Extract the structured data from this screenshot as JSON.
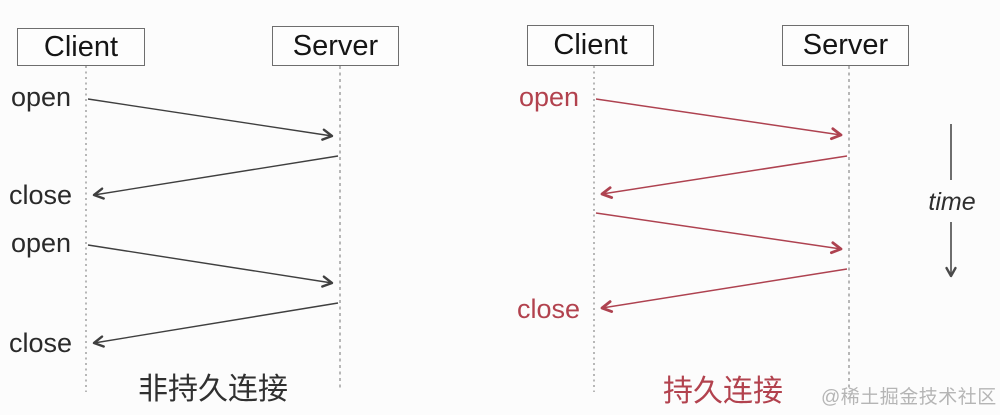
{
  "left_diagram": {
    "client_label": "Client",
    "server_label": "Server",
    "events": [
      "open",
      "close",
      "open",
      "close"
    ],
    "title": "非持久连接"
  },
  "right_diagram": {
    "client_label": "Client",
    "server_label": "Server",
    "events": [
      "open",
      "close"
    ],
    "title": "持久连接"
  },
  "time_axis": {
    "label": "time"
  },
  "watermark": {
    "text": "@稀土掘金技术社区"
  },
  "colors": {
    "left_line_gray": "#3f3f3f",
    "right_line_red": "#ae4250",
    "accent_red_text": "#b2424e",
    "lifeline_gray": "#9a9a9a",
    "watermark_gray": "#b5b5b5",
    "background": "#fcfcfc"
  }
}
